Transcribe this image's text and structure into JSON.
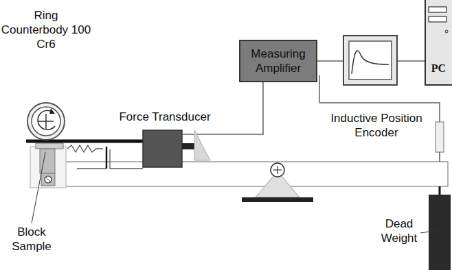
{
  "diagram": {
    "nodes": [
      {
        "text": [
          "Measuring Amplifier"
        ]
      },
      {
        "text": [
          "PC"
        ]
      }
    ],
    "edges": [
      {
        "from": 0,
        "to": 1,
        "arrow": "none"
      }
    ],
    "labels": [
      "Ring Counterbody 100 Cr6",
      "Force Transducer",
      "Inductive Position Encoder",
      "Block Sample",
      "Dead Weight"
    ]
  }
}
